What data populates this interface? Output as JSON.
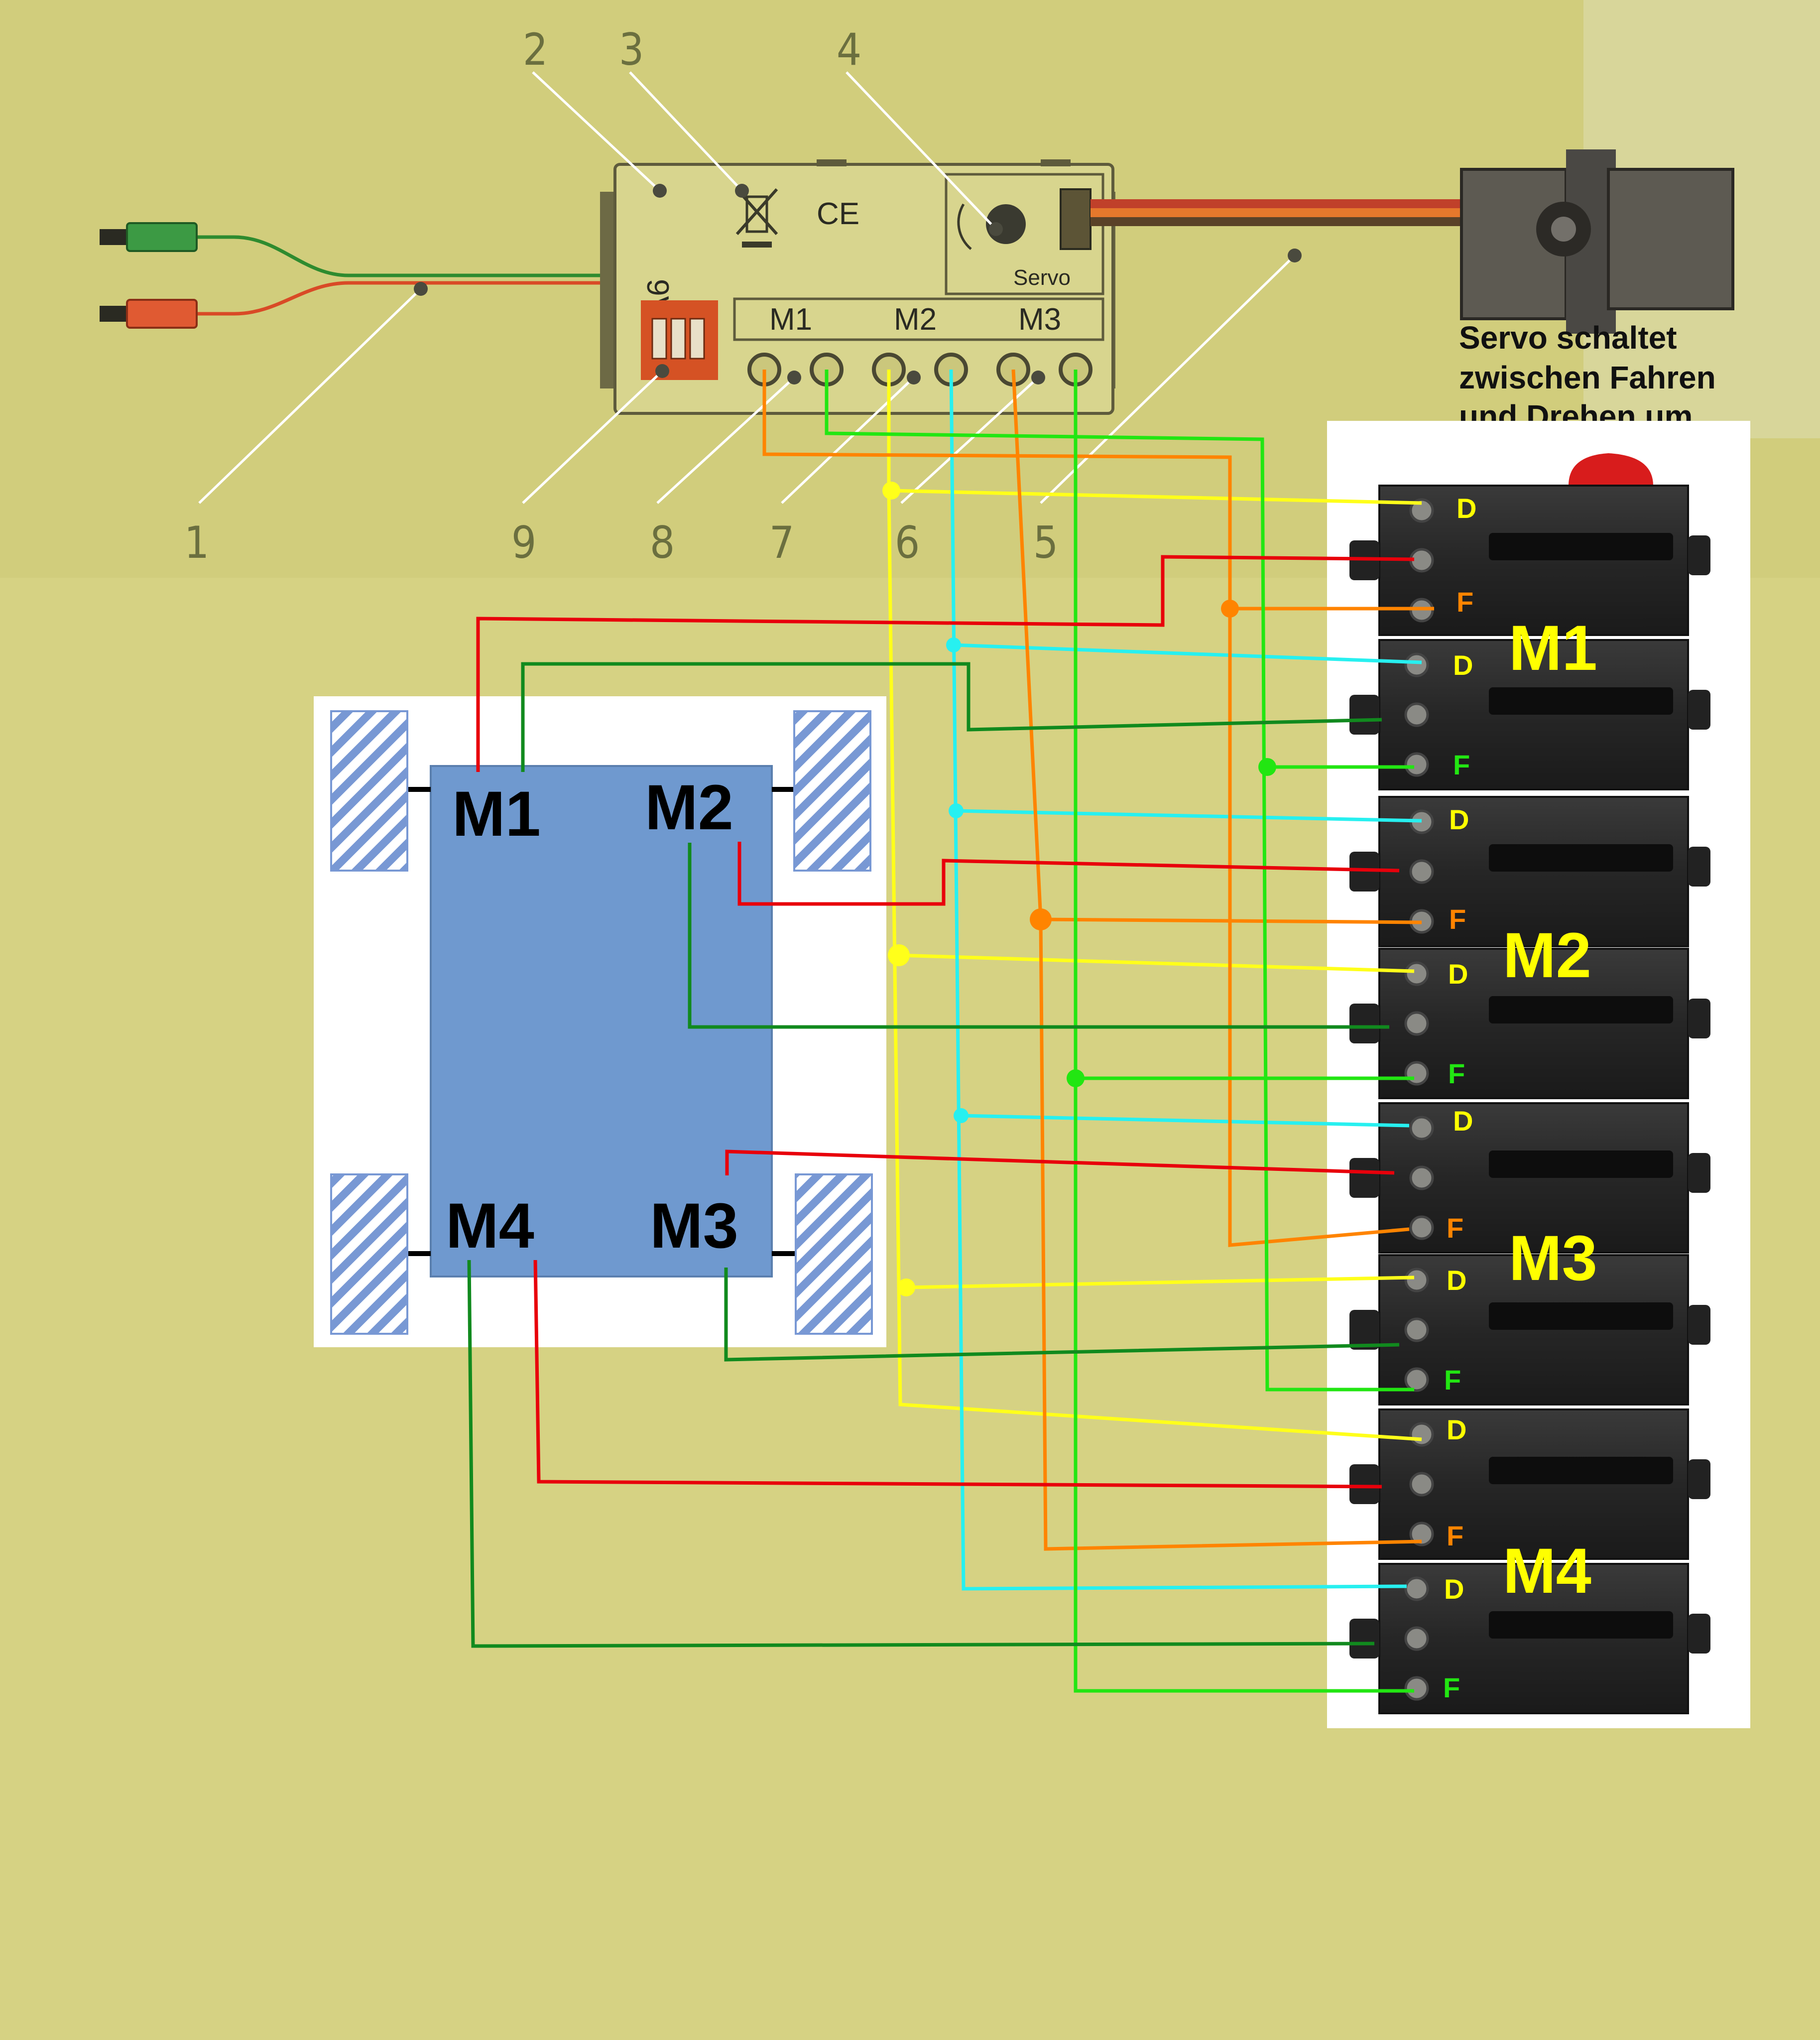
{
  "callouts": [
    "1",
    "2",
    "3",
    "4",
    "5",
    "6",
    "7",
    "8",
    "9"
  ],
  "module": {
    "voltage": "9V",
    "servo_label": "Servo",
    "outputs": [
      "M1",
      "M2",
      "M3"
    ]
  },
  "servo_note": [
    "Servo schaltet",
    "zwischen Fahren",
    "und Drehen um"
  ],
  "vehicle": {
    "motors": [
      "M1",
      "M2",
      "M4",
      "M3"
    ]
  },
  "relays": {
    "titles": [
      "M1",
      "M2",
      "M3",
      "M4"
    ],
    "terminals": [
      "D",
      "F",
      "D",
      "F",
      "D",
      "F",
      "D",
      "F",
      "D",
      "F",
      "D",
      "F",
      "D",
      "F",
      "D",
      "F"
    ]
  },
  "colors": {
    "background": "#d6d283",
    "upper_panel": "#d1cd7c",
    "vehicle_body": "#6f99cf",
    "wire_red": "#e8000b",
    "wire_green": "#118a1e",
    "wire_yellow": "#ffff1a",
    "wire_cyan": "#27f0f0",
    "wire_orange": "#ff8400",
    "wire_lime": "#22e612",
    "label_yellow": "#ffff00"
  }
}
